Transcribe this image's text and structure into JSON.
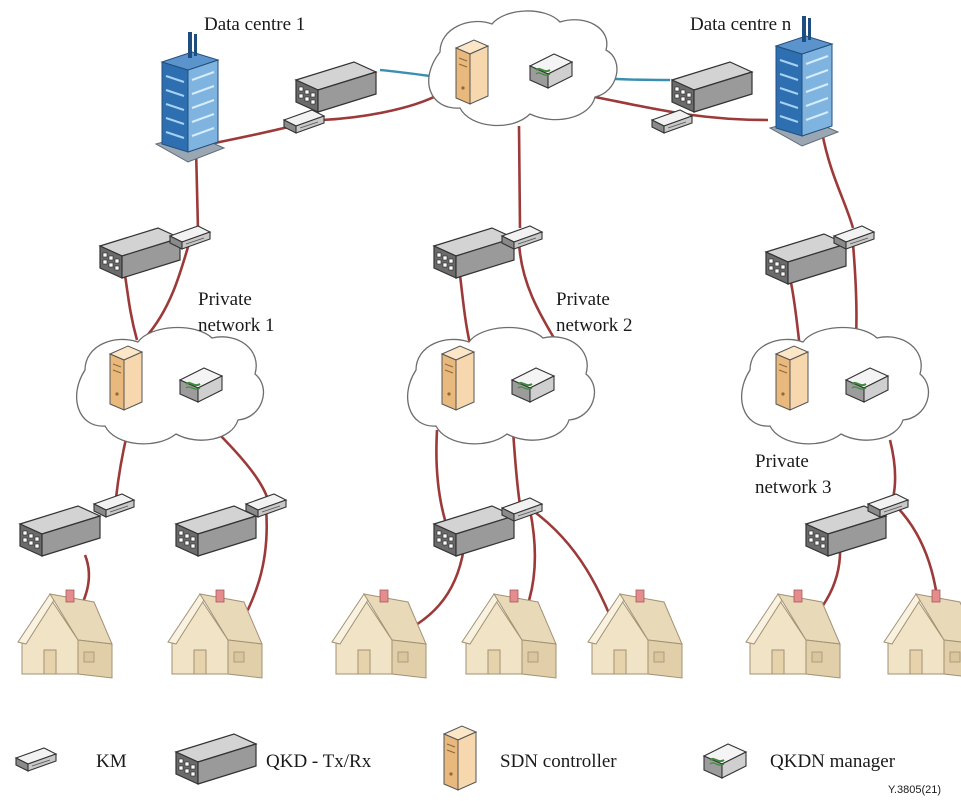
{
  "labels": {
    "dc1": "Data centre 1",
    "dcn": "Data centre n",
    "pn1_l1": "Private",
    "pn1_l2": "network 1",
    "pn2_l1": "Private",
    "pn2_l2": "network 2",
    "pn3_l1": "Private",
    "pn3_l2": "network 3"
  },
  "legend": {
    "km": "KM",
    "qkd": "QKD - Tx/Rx",
    "sdn": "SDN controller",
    "qkdn": "QKDN manager"
  },
  "figure_id": "Y.3805(21)",
  "colors": {
    "quantum_link": "#9c3a3a",
    "classical_link": "#3a8fb0",
    "cloud_stroke": "#6d6d6d",
    "building": "#4a86c5",
    "sdn_body": "#f3d7ad",
    "device_body": "#8c8c8c",
    "house_wall": "#f1e3c6",
    "house_roof": "#e9dcc0"
  }
}
